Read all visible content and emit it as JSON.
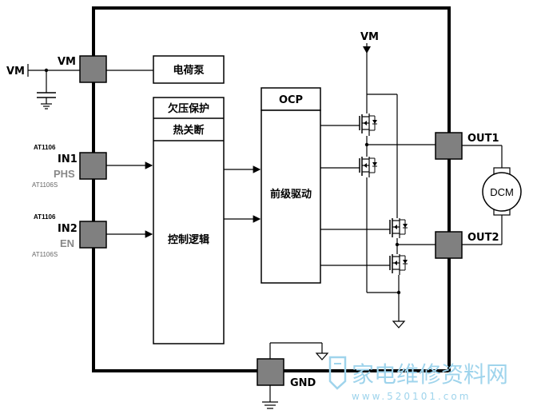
{
  "supply": {
    "vm_left": "VM",
    "vm_pin": "VM",
    "vm_top": "VM"
  },
  "blocks": {
    "charge_pump": "电荷泵",
    "uvlo": "欠压保护",
    "thermal": "热关断",
    "control_logic": "控制逻辑",
    "ocp": "OCP",
    "predriver": "前级驱动"
  },
  "inputs": {
    "in1_part": "AT1106",
    "in1": "IN1",
    "phs": "PHS",
    "phs_part": "AT1106S",
    "in2_part": "AT1106",
    "in2": "IN2",
    "en": "EN",
    "en_part": "AT1106S"
  },
  "outputs": {
    "out1": "OUT1",
    "out2": "OUT2",
    "motor": "DCM"
  },
  "ground": {
    "gnd": "GND"
  },
  "watermark": {
    "text": "家电维修资料网",
    "url": "www.520101.com"
  },
  "colors": {
    "pin": "#808080",
    "line": "#000000",
    "watermark": "#9fd4ec"
  }
}
